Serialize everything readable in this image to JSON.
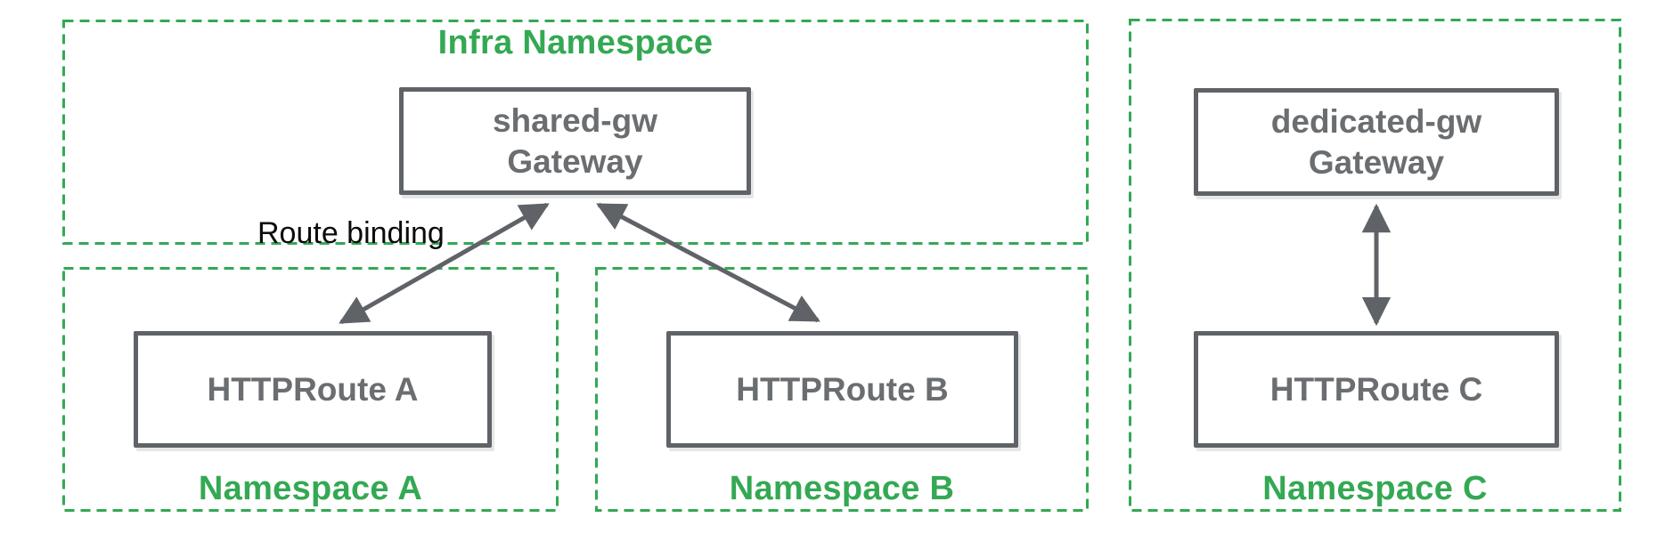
{
  "diagram": {
    "background": "#ffffff",
    "colors": {
      "namespace_border_green": "#34a853",
      "namespace_label_green": "#34a853",
      "node_border_gray": "#5f6368",
      "node_text_gray": "#6b6e71",
      "arrow_gray": "#5f6368",
      "edge_label_black": "#0b0b0b"
    },
    "namespaces": {
      "infra": {
        "label": "Infra Namespace",
        "gateway_node": "shared-gw\nGateway"
      },
      "a": {
        "label": "Namespace A",
        "route_node": "HTTPRoute A"
      },
      "b": {
        "label": "Namespace B",
        "route_node": "HTTPRoute B"
      },
      "c": {
        "label": "Namespace C",
        "gateway_node": "dedicated-gw\nGateway",
        "route_node": "HTTPRoute C"
      }
    },
    "edges": {
      "binding_label": "Route binding",
      "connections": [
        {
          "from": "HTTPRoute A (Namespace A)",
          "to": "shared-gw Gateway (Infra Namespace)",
          "label": "Route binding",
          "arrow": "double-headed"
        },
        {
          "from": "HTTPRoute B (Namespace B)",
          "to": "shared-gw Gateway (Infra Namespace)",
          "label": "",
          "arrow": "double-headed"
        },
        {
          "from": "HTTPRoute C (Namespace C)",
          "to": "dedicated-gw Gateway (Namespace C)",
          "label": "",
          "arrow": "double-headed"
        }
      ]
    }
  }
}
